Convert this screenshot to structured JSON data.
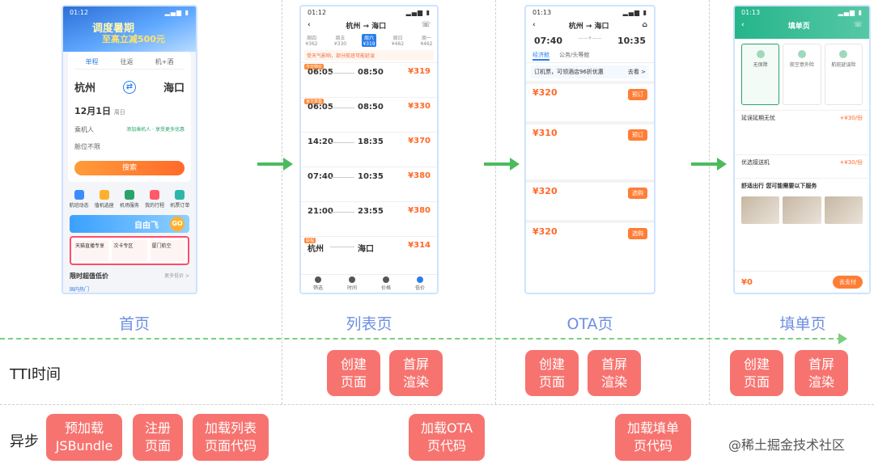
{
  "pages": [
    {
      "label": "首页"
    },
    {
      "label": "列表页"
    },
    {
      "label": "OTA页"
    },
    {
      "label": "填单页"
    }
  ],
  "rows": {
    "tti_label": "TTI时间",
    "async_label": "异步"
  },
  "tti_boxes": [
    {
      "text": "创建\n页面"
    },
    {
      "text": "首屏\n渲染"
    },
    {
      "text": "创建\n页面"
    },
    {
      "text": "首屏\n渲染"
    },
    {
      "text": "创建\n页面"
    },
    {
      "text": "首屏\n渲染"
    }
  ],
  "async_boxes": [
    {
      "text": "预加载\nJSBundle"
    },
    {
      "text": "注册\n页面"
    },
    {
      "text": "加载列表\n页面代码"
    },
    {
      "text": "加载OTA\n页代码"
    },
    {
      "text": "加载填单\n页代码"
    }
  ],
  "watermark": "@稀土掘金技术社区",
  "colors": {
    "pill": "#f7736f",
    "page_label": "#6d8fe0",
    "timeline": "#7ccf7c",
    "arrow": "#4cbb5e"
  },
  "home": {
    "time": "01:12",
    "banner_title": "调度暑期",
    "banner_sub": "至高立减500元",
    "tabs": [
      "单程",
      "往返",
      "机+酒"
    ],
    "from": "杭州",
    "to": "海口",
    "date": "12月1日",
    "weekday": "周日",
    "passenger": "乘机人",
    "passenger_hint": "添加乘机人 · 享受更多优惠",
    "cabin": "舱位不限",
    "search": "搜索",
    "icons": [
      "航班动态",
      "值机选座",
      "机场服务",
      "我的行程",
      "机票订单"
    ],
    "promo": "自由飞",
    "promo_go": "GO",
    "promo_cards": [
      "天猫直播专享",
      "次卡专区",
      "厦门航空"
    ],
    "deal_title": "限时超值低价",
    "deal_more": "更多低价 >",
    "deal_sub": "国内热门"
  },
  "list": {
    "time": "01:12",
    "route": "杭州 → 海口",
    "dates": [
      {
        "day": "周四",
        "price": "¥362"
      },
      {
        "day": "周五",
        "price": "¥330"
      },
      {
        "day": "周六",
        "price": "¥319"
      },
      {
        "day": "周日",
        "price": "¥462"
      },
      {
        "day": "周一",
        "price": "¥462"
      }
    ],
    "notice": "受天气影响，部分航班可能延误",
    "flights": [
      {
        "dep": "06:05",
        "arr": "08:50",
        "price": "¥319",
        "tag": "今日特价"
      },
      {
        "dep": "06:05",
        "arr": "08:50",
        "price": "¥330",
        "tag": "官方直售"
      },
      {
        "dep": "14:20",
        "arr": "18:35",
        "price": "¥370",
        "tag": ""
      },
      {
        "dep": "07:40",
        "arr": "10:35",
        "price": "¥380",
        "tag": ""
      },
      {
        "dep": "21:00",
        "arr": "23:55",
        "price": "¥380",
        "tag": ""
      },
      {
        "dep": "杭州",
        "arr": "海口",
        "price": "¥314",
        "tag": "联程"
      }
    ],
    "nav": [
      "筛选",
      "时间",
      "价格",
      "低价"
    ]
  },
  "ota": {
    "time": "01:13",
    "route": "杭州 → 海口",
    "dep": "07:40",
    "arr": "10:35",
    "tabs": [
      "经济舱",
      "公务/头等舱"
    ],
    "coupon": "订机票，可领酒店96折优惠",
    "coupon_more": "去看 >",
    "offers": [
      {
        "price": "¥320",
        "btn": "预订"
      },
      {
        "price": "¥310",
        "btn": "预订"
      },
      {
        "price": "¥320",
        "btn": "选购"
      },
      {
        "price": "¥320",
        "btn": "选购"
      }
    ]
  },
  "fill": {
    "time": "01:13",
    "title": "填单页",
    "plans": [
      "无保障",
      "航空意外险",
      "航班延误险"
    ],
    "rows": [
      {
        "label": "延误延期无忧",
        "value": "+¥30/份"
      },
      {
        "label": "优选接送机",
        "value": "+¥30/份"
      }
    ],
    "travel": "舒适出行 您可能需要以下服务",
    "amount": "¥0",
    "pay": "去支付"
  }
}
